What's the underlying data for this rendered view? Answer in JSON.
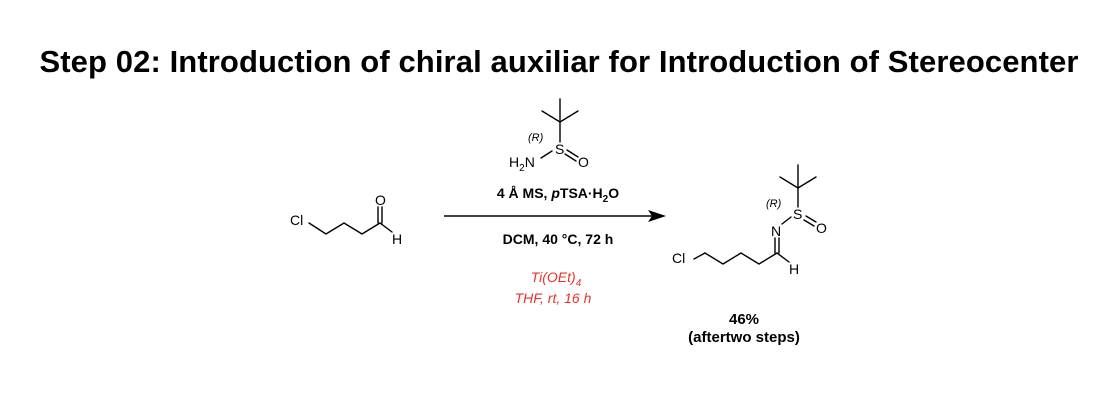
{
  "title": "Step 02: Introduction of chiral auxiliar for Introduction of Stereocenter",
  "reagent": {
    "stereo_label": "(R)",
    "atom_S": "S",
    "atom_O": "O",
    "atom_N": "N",
    "atom_H": "H",
    "h2_subscript": "2"
  },
  "starting_material": {
    "atom_Cl": "Cl",
    "atom_O": "O",
    "atom_H": "H"
  },
  "conditions": {
    "line1_prefix": "4 Å MS, ",
    "line1_p": "p",
    "line1_tsa": "TSA·H",
    "line1_sub": "2",
    "line1_suffix": "O",
    "line2": "DCM, 40 °C, 72 h",
    "alt_line1_main": "Ti(OEt)",
    "alt_line1_sub": "4",
    "alt_line2": "THF, rt, 16 h",
    "alt_color": "#e8322c"
  },
  "product": {
    "atom_Cl": "Cl",
    "atom_N": "N",
    "atom_S": "S",
    "atom_O": "O",
    "atom_H": "H",
    "stereo_label": "(R)",
    "yield_value": "46%",
    "yield_note": "(aftertwo steps)"
  }
}
